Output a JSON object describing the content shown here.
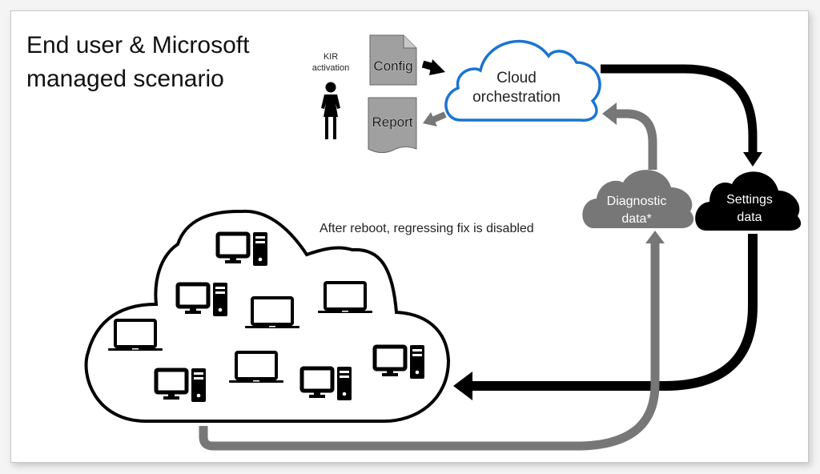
{
  "title": {
    "line1": "End user & Microsoft",
    "line2": "managed scenario"
  },
  "actor": {
    "label_line1": "KIR",
    "label_line2": "activation",
    "icon": "person-female-icon"
  },
  "documents": {
    "config": "Config",
    "report": "Report"
  },
  "clouds": {
    "orchestration": {
      "line1": "Cloud",
      "line2": "orchestration",
      "color": "#1b74d1"
    },
    "diagnostic": {
      "line1": "Diagnostic",
      "line2": "data*",
      "color": "#777777"
    },
    "settings": {
      "line1": "Settings",
      "line2": "data",
      "color": "#000000"
    },
    "devices": {
      "color": "#000000"
    }
  },
  "note": "After reboot, regressing fix is disabled",
  "device_icons": [
    "desktop-icon",
    "desktop-icon",
    "laptop-icon",
    "laptop-icon",
    "laptop-icon",
    "laptop-icon",
    "desktop-icon",
    "laptop-icon",
    "desktop-icon",
    "desktop-icon"
  ],
  "colors": {
    "arrow_dark": "#000000",
    "arrow_gray": "#777777",
    "doc_fill": "#a0a0a0"
  }
}
